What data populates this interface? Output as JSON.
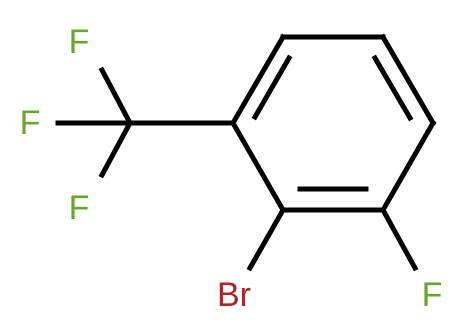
{
  "molecule": {
    "atoms": [
      {
        "id": "f1",
        "label": "F",
        "color": "#6aa32e"
      },
      {
        "id": "f2",
        "label": "F",
        "color": "#6aa32e"
      },
      {
        "id": "f3",
        "label": "F",
        "color": "#6aa32e"
      },
      {
        "id": "br",
        "label": "Br",
        "color": "#a8262a"
      },
      {
        "id": "f4",
        "label": "F",
        "color": "#6aa32e"
      }
    ],
    "bond_color": "#000000"
  }
}
